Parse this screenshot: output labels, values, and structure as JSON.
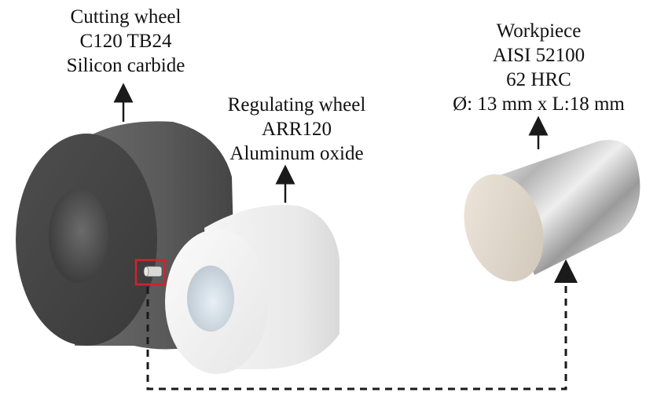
{
  "cutting_wheel": {
    "lines": [
      "Cutting wheel",
      "C120 TB24",
      "Silicon carbide"
    ],
    "color": "#5f5f5f"
  },
  "regulating_wheel": {
    "lines": [
      "Regulating wheel",
      "ARR120",
      "Aluminum oxide"
    ],
    "color": "#f2f2f2"
  },
  "workpiece": {
    "lines": [
      "Workpiece",
      "AISI 52100",
      "62 HRC",
      "Ø: 13 mm x L:18 mm"
    ],
    "color": "#d8d8d8"
  },
  "highlight_color": "#d6202a",
  "arrow_color": "#1a1a1a"
}
